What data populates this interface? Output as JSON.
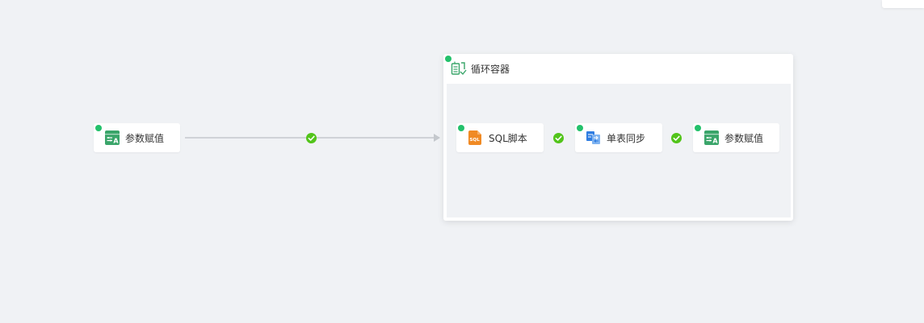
{
  "canvas": {
    "background": "#f0f2f5"
  },
  "colors": {
    "status_dot": "#23c16b",
    "success_check": "#52c41a",
    "edge": "#c4c8cd",
    "param_icon": "#3aa56a",
    "sql_icon": "#f08a24",
    "sync_icon": "#2f7de1"
  },
  "nodes": {
    "param_assign_outer": {
      "label": "参数赋值",
      "icon": "param-assign-icon"
    },
    "loop_container": {
      "title": "循环容器",
      "icon": "loop-container-icon"
    },
    "sql_script": {
      "label": "SQL脚本",
      "icon": "sql-script-icon",
      "icon_text": "SQL"
    },
    "single_table_sync": {
      "label": "单表同步",
      "icon": "single-table-sync-icon"
    },
    "param_assign_inner": {
      "label": "参数赋值",
      "icon": "param-assign-icon"
    }
  },
  "edges": [
    {
      "from": "param_assign_outer",
      "to": "loop_container",
      "status": "success"
    },
    {
      "from": "sql_script",
      "to": "single_table_sync",
      "status": "success"
    },
    {
      "from": "single_table_sync",
      "to": "param_assign_inner",
      "status": "success"
    }
  ]
}
